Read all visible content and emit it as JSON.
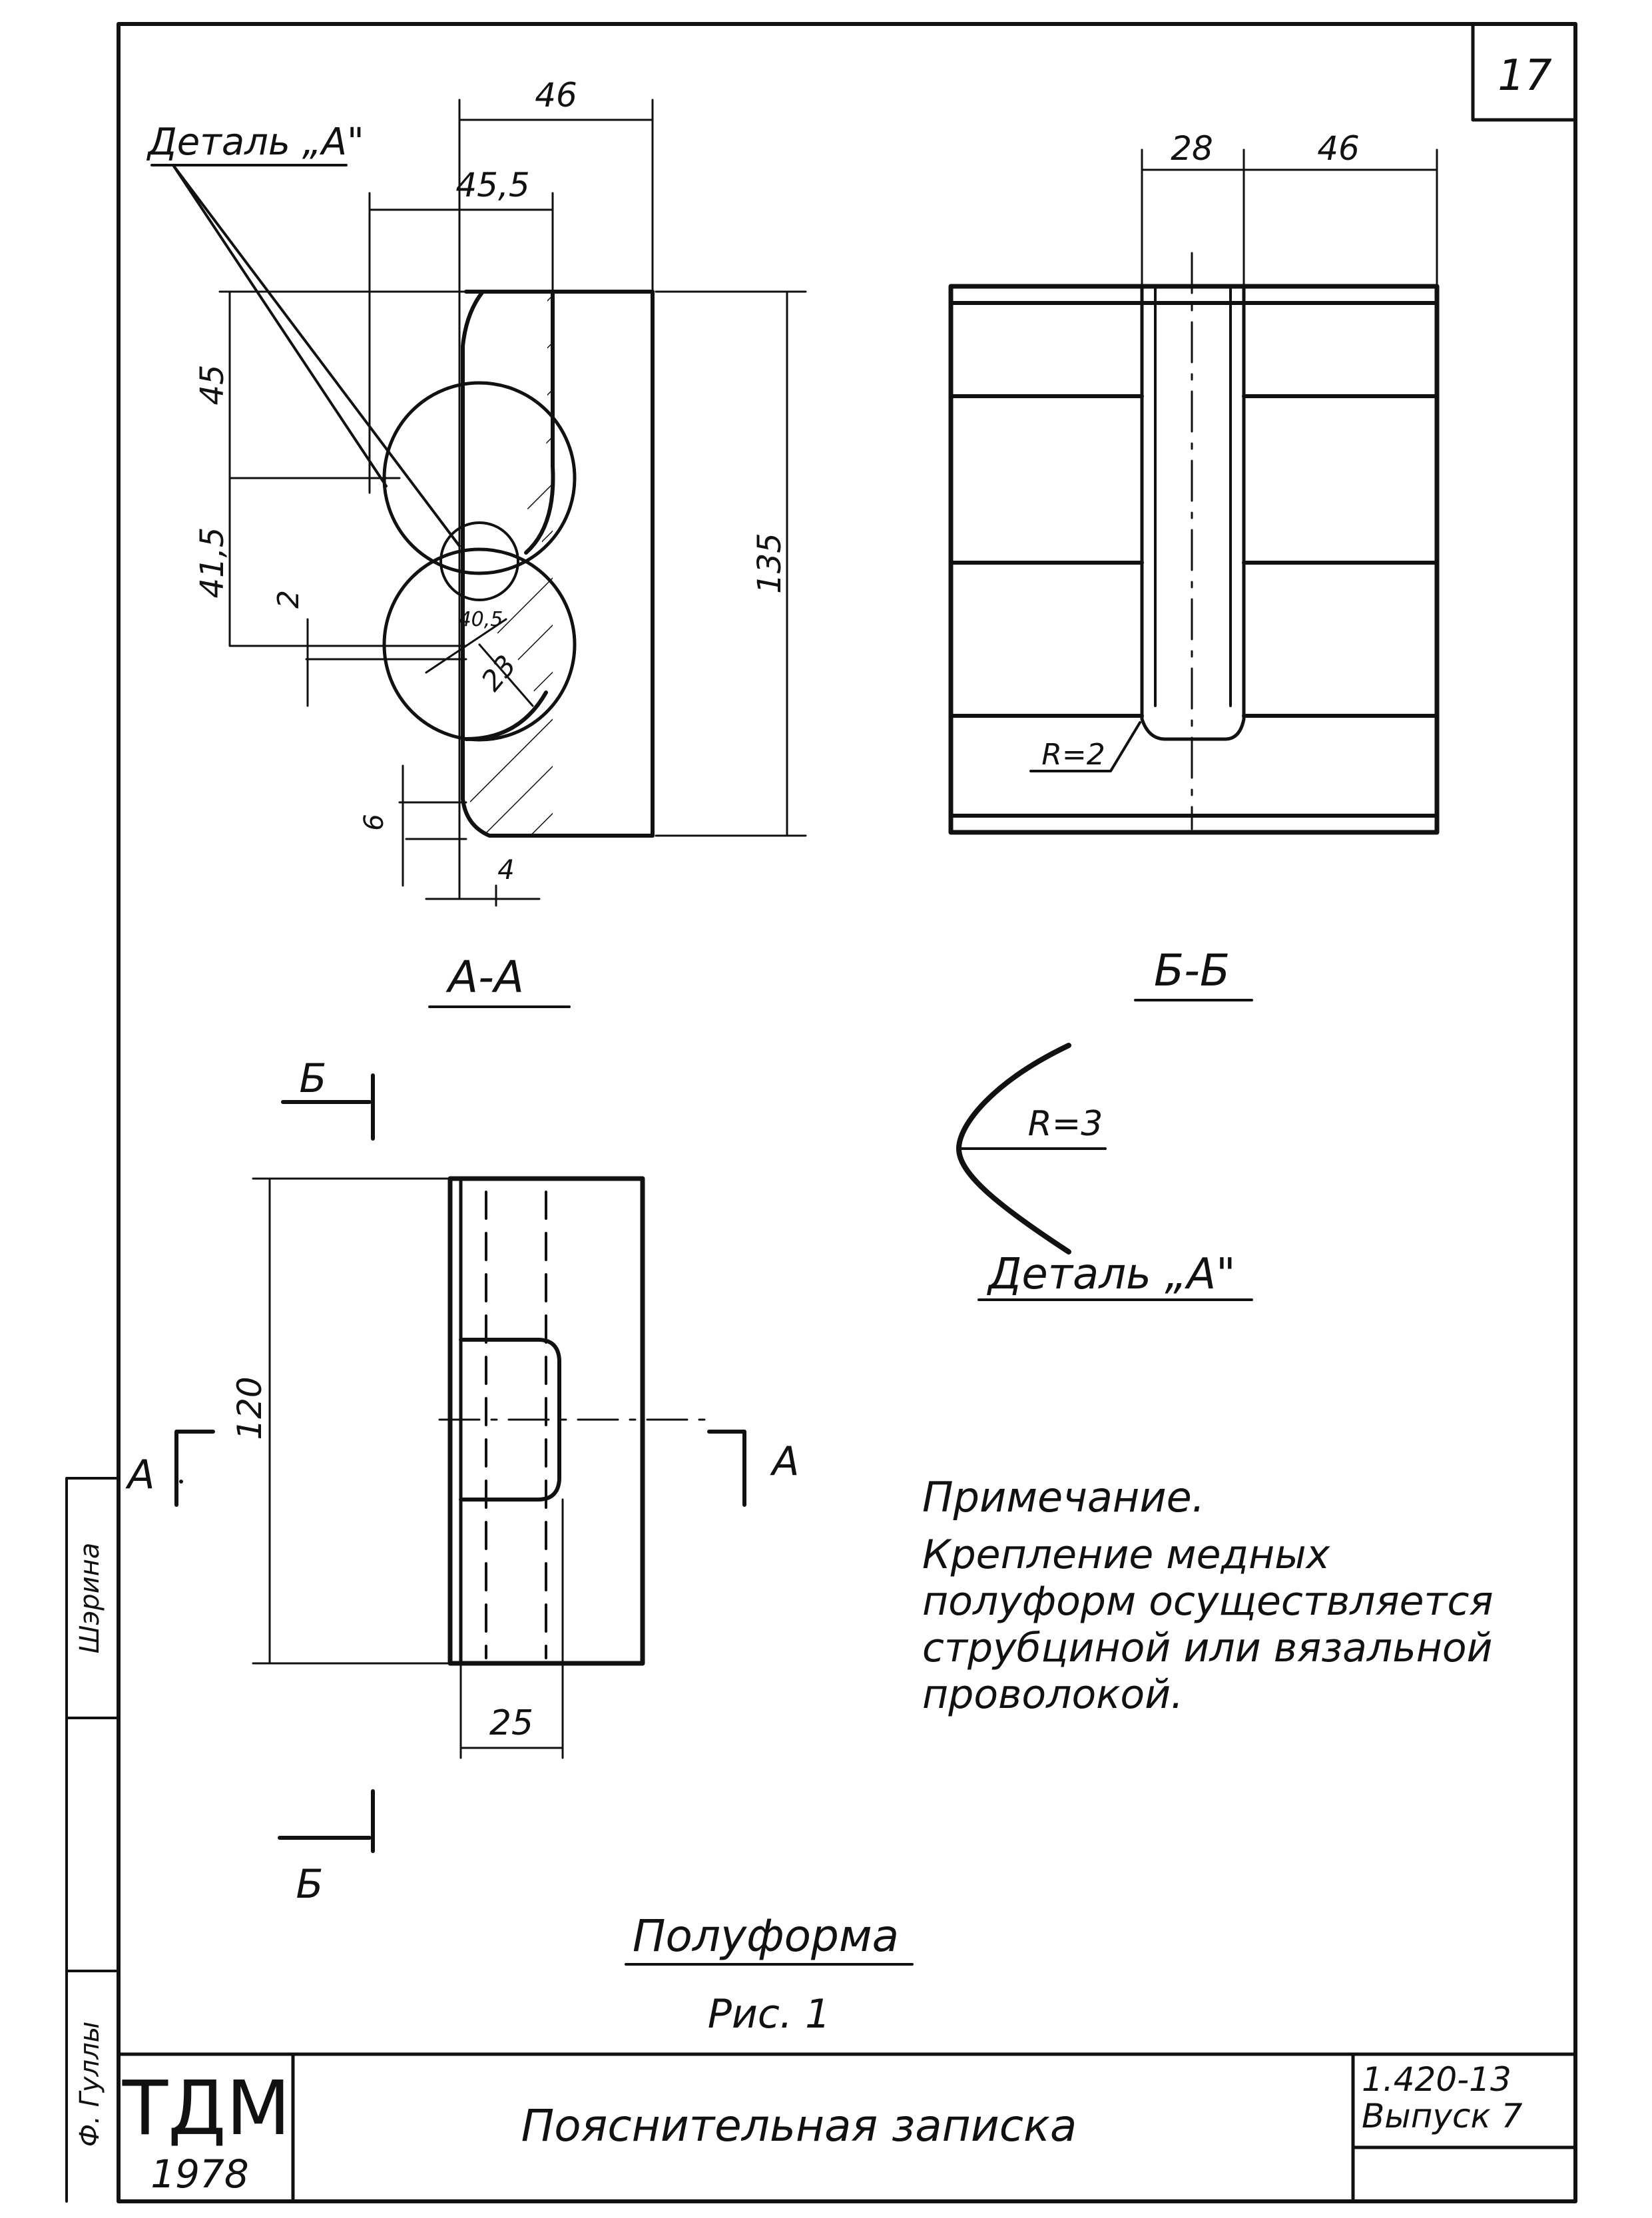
{
  "sheet_number": "17",
  "section_aa": {
    "label": "А-А",
    "dims": {
      "top_outer": "46",
      "top_inner": "45,5",
      "height_upper": "45",
      "height_mid": "41,5",
      "offset": "2",
      "radius_small": "40,5",
      "radius_large": "23",
      "height_total": "135",
      "bottom_left": "6",
      "bottom_right": "4"
    },
    "callout": "Деталь „А\""
  },
  "section_bb": {
    "label": "Б-Б",
    "dims": {
      "left": "28",
      "right": "46",
      "radius": "R=2"
    }
  },
  "detail_a": {
    "label": "Деталь „А\"",
    "radius": "R=3"
  },
  "plan_view": {
    "cut_b": "Б",
    "cut_a": "А",
    "dim_height": "120",
    "dim_width": "25"
  },
  "note": {
    "title": "Примечание.",
    "lines": [
      "Крепление медных",
      "полуформ осуществляется",
      "струбциной или вязальной",
      "проволокой."
    ]
  },
  "figure_title": "Полуформа",
  "figure_caption": "Рис. 1",
  "title_block": {
    "org": "ТДМ",
    "year": "1978",
    "doc_title": "Пояснительная записка",
    "doc_code": "1.420-13",
    "issue": "Выпуск 7"
  },
  "side_stamp": {
    "text1": "Шэрина",
    "text2": "Ф. Гуллы"
  }
}
